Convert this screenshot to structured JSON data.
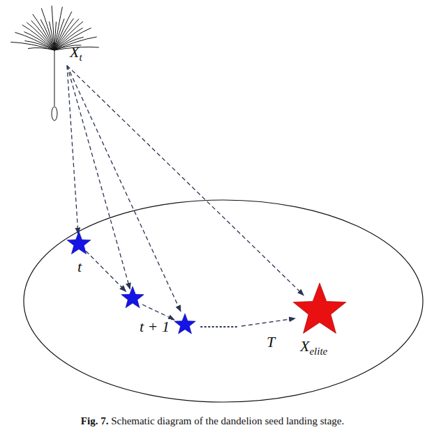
{
  "diagram": {
    "caption": "Fig. 7. Schematic diagram of the dandelion seed landing stage.",
    "nodes": [
      {
        "text": [
          "Xt"
        ]
      },
      {
        "text": [
          "t"
        ]
      },
      {
        "text": [
          "t + 1"
        ]
      },
      {
        "text": [
          "Xelite"
        ]
      }
    ],
    "edges": [
      {
        "from": 0,
        "to": 1,
        "arrow": "to"
      },
      {
        "from": 0,
        "to": 2,
        "arrow": "to"
      },
      {
        "from": 0,
        "to": 3,
        "arrow": "to"
      },
      {
        "from": 1,
        "to": 2,
        "arrow": "to"
      }
    ],
    "labels": [
      "T"
    ]
  }
}
